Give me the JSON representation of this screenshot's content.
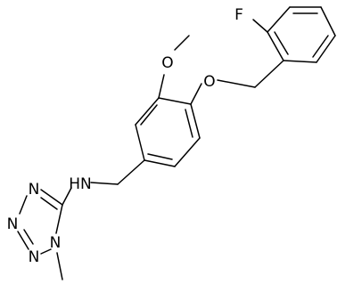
{
  "diagram": {
    "type": "chemical-structure",
    "atom_labels": {
      "fluorine": "F",
      "ether_oxygen_top": "O",
      "ether_oxygen_benzyl": "O",
      "amine": "HN",
      "tetrazole_n1": "N",
      "tetrazole_n2": "N",
      "tetrazole_n3": "N",
      "tetrazole_n4": "N"
    },
    "colors": {
      "bond": "#000000",
      "label": "#000000",
      "background": "#ffffff"
    }
  }
}
